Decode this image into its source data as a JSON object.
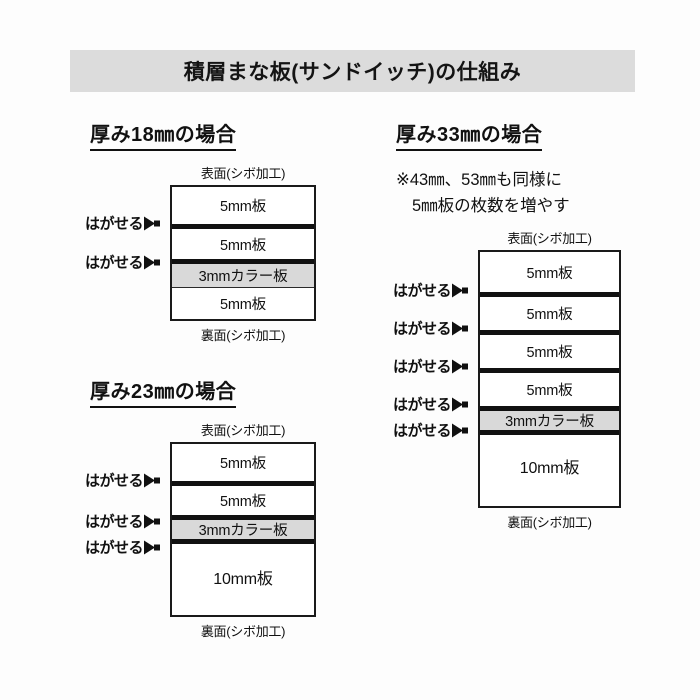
{
  "title": "積層まな板(サンドイッチ)の仕組み",
  "labels": {
    "peel": "はがせる",
    "front_face": "表面(シボ加工)",
    "back_face": "裏面(シボ加工)"
  },
  "colors": {
    "title_band": "#dcdcdc",
    "color_board": "#d9d9d9",
    "line": "#1a1a1a",
    "background": "#fdfdfd"
  },
  "sections": [
    {
      "heading": "厚み18㎜の場合",
      "note": null,
      "top_label": "表面(シボ加工)",
      "bottom_label": "裏面(シボ加工)",
      "layers": [
        {
          "label": "5mm板",
          "peelable": false,
          "color": false
        },
        {
          "label": "5mm板",
          "peelable": true,
          "color": false
        },
        {
          "label": "3mmカラー板",
          "peelable": true,
          "color": true
        },
        {
          "label": "5mm板",
          "peelable": false,
          "color": false
        }
      ]
    },
    {
      "heading": "厚み23㎜の場合",
      "note": null,
      "top_label": "表面(シボ加工)",
      "bottom_label": "裏面(シボ加工)",
      "layers": [
        {
          "label": "5mm板",
          "peelable": false,
          "color": false
        },
        {
          "label": "5mm板",
          "peelable": true,
          "color": false
        },
        {
          "label": "3mmカラー板",
          "peelable": true,
          "color": true
        },
        {
          "label": "10mm板",
          "peelable": true,
          "color": false
        }
      ]
    },
    {
      "heading": "厚み33㎜の場合",
      "note_line1": "※43㎜、53㎜も同様に",
      "note_line2": "5㎜板の枚数を増やす",
      "top_label": "表面(シボ加工)",
      "bottom_label": "裏面(シボ加工)",
      "layers": [
        {
          "label": "5mm板",
          "peelable": false,
          "color": false
        },
        {
          "label": "5mm板",
          "peelable": true,
          "color": false
        },
        {
          "label": "5mm板",
          "peelable": true,
          "color": false
        },
        {
          "label": "5mm板",
          "peelable": true,
          "color": false
        },
        {
          "label": "3mmカラー板",
          "peelable": true,
          "color": true
        },
        {
          "label": "10mm板",
          "peelable": true,
          "color": false
        }
      ]
    }
  ]
}
